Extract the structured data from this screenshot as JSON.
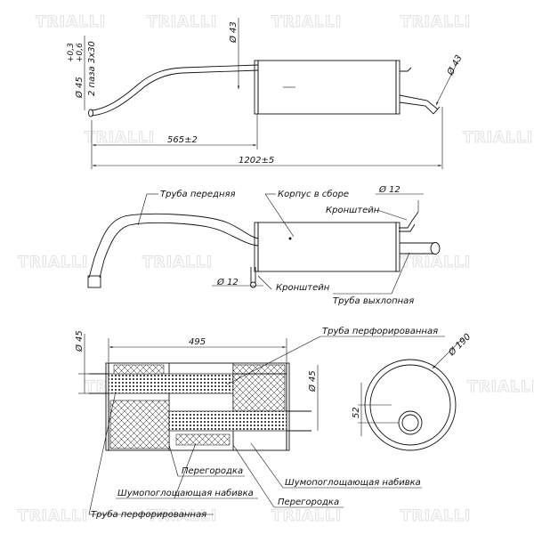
{
  "watermark": "TRIALLI",
  "top_view": {
    "dim_inlet": "Ø 45",
    "dim_inlet_tol_upper": "+0,3",
    "dim_inlet_tol_lower": "+0,6",
    "dim_slots": "2 паза 3x30",
    "dim_pipe_top": "Ø 43",
    "dim_outlet": "Ø 43",
    "dim_565": "565±2",
    "dim_1202": "1202±5"
  },
  "side_view": {
    "front_pipe": "Труба передняя",
    "body_assembly": "Корпус в сборе",
    "bracket_top": "Кронштейн",
    "bracket_bottom": "Кронштейн",
    "dia_top": "Ø 12",
    "dia_bottom": "Ø 12",
    "exhaust_pipe": "Труба выхлопная"
  },
  "section_view": {
    "dim_45_left": "Ø 45",
    "dim_495": "495",
    "dim_45_inner": "Ø 45",
    "dim_52": "52",
    "dim_190": "Ø 190",
    "perforated_pipe_top": "Труба перфорированная",
    "partition_1": "Перегородка",
    "absorbing_fill_1": "Шумопоглощающая набивка",
    "perforated_pipe_bottom": "Труба перфорированная",
    "absorbing_fill_2": "Шумопоглощающая набивка",
    "partition_2": "Перегородка"
  }
}
